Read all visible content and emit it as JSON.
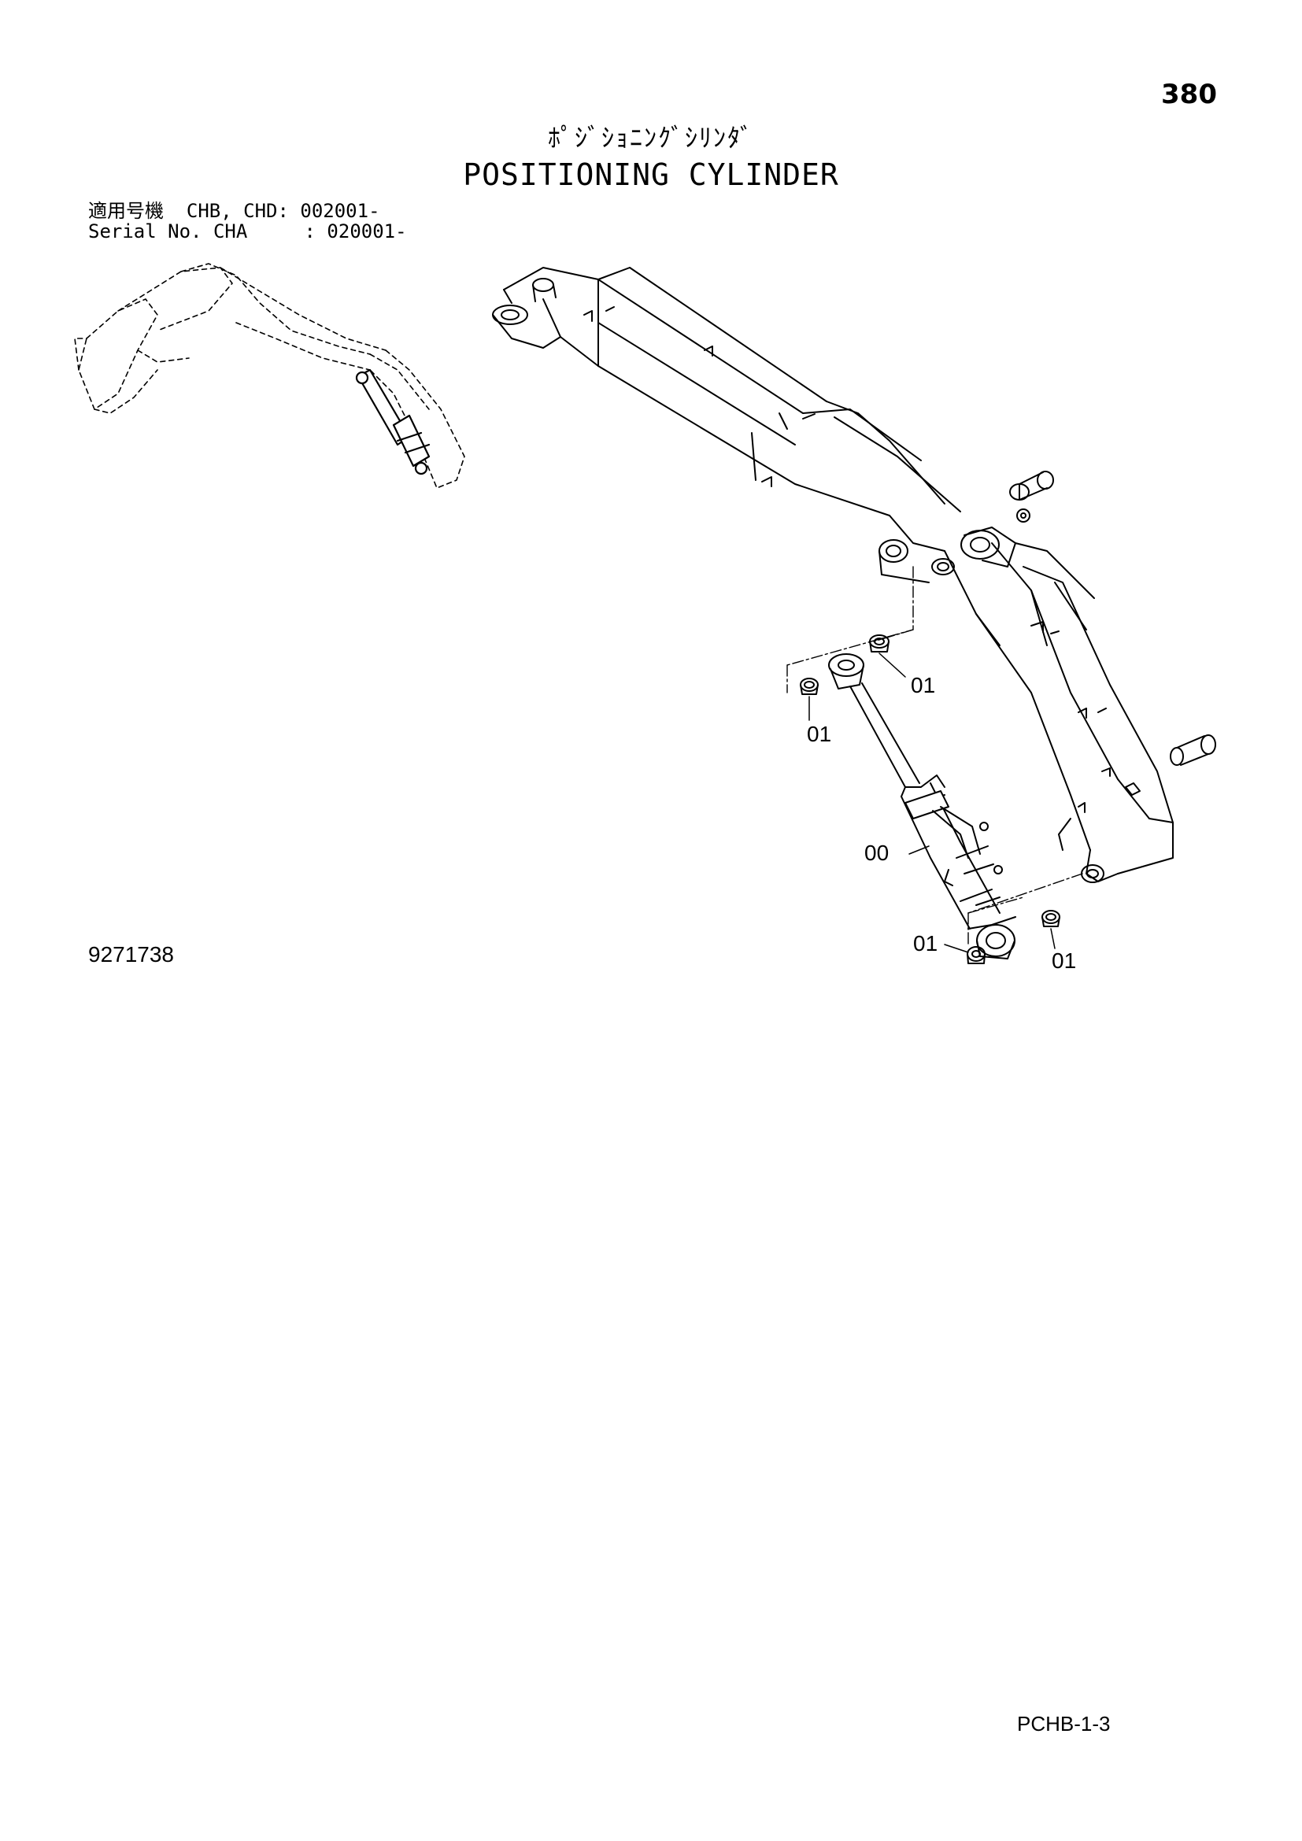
{
  "header": {
    "page_number": "380",
    "title_jp": "ﾎﾟｼﾞｼｮﾆﾝｸﾞｼﾘﾝﾀﾞ",
    "title_en": "POSITIONING CYLINDER"
  },
  "serial": {
    "line1": "適用号機  CHB, CHD: 002001-",
    "line2": "Serial No. CHA     : 020001-"
  },
  "callouts": {
    "c1": "01",
    "c2": "01",
    "c3": "00",
    "c4": "01",
    "c5": "01"
  },
  "footer": {
    "drawing_number": "9271738",
    "page_code": "PCHB-1-3"
  }
}
